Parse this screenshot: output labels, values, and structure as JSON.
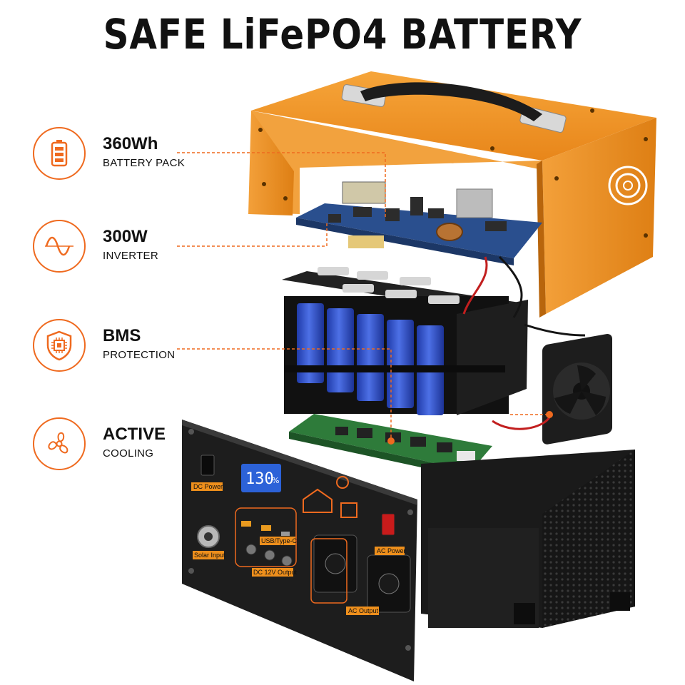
{
  "title": "SAFE LiFePO4 BATTERY",
  "colors": {
    "accent": "#ef6a1f",
    "shell": "#ee8f1c",
    "dark": "#1a1a1a",
    "cell": "#2f4fc9",
    "pcb_blue": "#274a8a",
    "pcb_green": "#2f7a3a"
  },
  "features": [
    {
      "icon": "battery-icon",
      "title": "360Wh",
      "subtitle": "BATTERY PACK"
    },
    {
      "icon": "sine-wave-icon",
      "title": "300W",
      "subtitle": "INVERTER"
    },
    {
      "icon": "chip-shield-icon",
      "title": "BMS",
      "subtitle": "PROTECTION"
    },
    {
      "icon": "fan-icon",
      "title": "ACTIVE",
      "subtitle": "COOLING"
    }
  ],
  "panel": {
    "display": "130",
    "display_unit": "%",
    "labels": {
      "dc_power": "DC Power",
      "solar_input": "Solar Input",
      "usb": "USB/Type-C",
      "dc12": "DC 12V Output",
      "ac_power": "AC Power",
      "ac_output": "AC Output"
    }
  }
}
